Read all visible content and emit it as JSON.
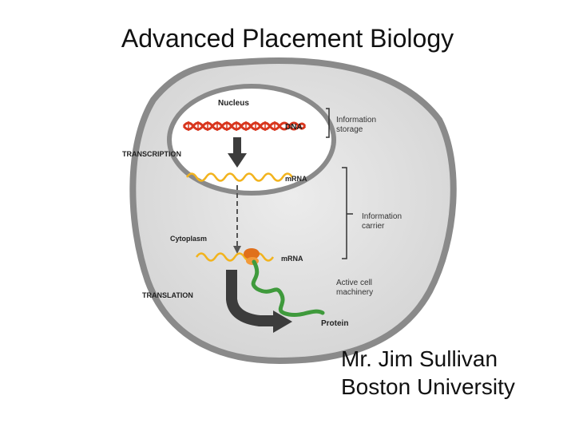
{
  "slide": {
    "title": "Advanced Placement Biology",
    "author_name": "Mr. Jim Sullivan",
    "author_affiliation": "Boston University"
  },
  "diagram": {
    "labels": {
      "nucleus": "Nucleus",
      "dna": "DNA",
      "transcription": "TRANSCRIPTION",
      "mrna_nucleus": "mRNA",
      "cytoplasm": "Cytoplasm",
      "mrna_cytoplasm": "mRNA",
      "translation": "TRANSLATION",
      "protein": "Protein",
      "info_storage_1": "Information",
      "info_storage_2": "storage",
      "info_carrier_1": "Information",
      "info_carrier_2": "carrier",
      "machinery_1": "Active cell",
      "machinery_2": "machinery"
    },
    "colors": {
      "cell_membrane": "#8a8a8a",
      "cytoplasm": "#e2e2e2",
      "nucleus_fill": "#ffffff",
      "dna": "#d8361e",
      "mrna": "#f2b31d",
      "protein": "#3f9a3c",
      "ribosome": "#e0701b",
      "arrow": "#3c3c3c"
    }
  }
}
